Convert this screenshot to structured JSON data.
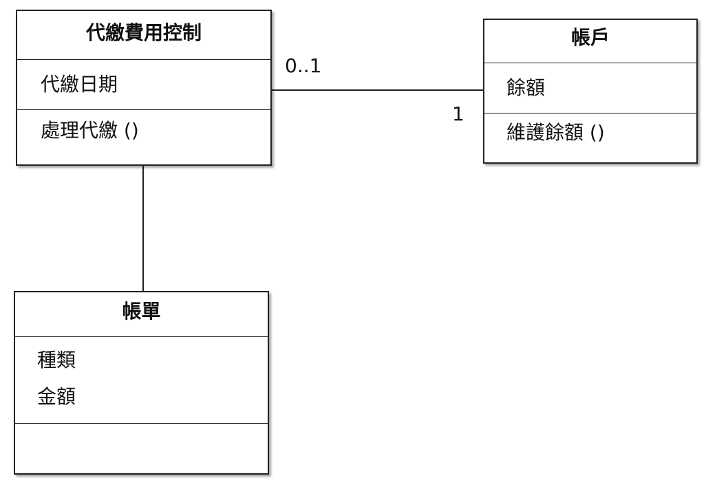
{
  "classes": {
    "payment_control": {
      "name": "代繳費用控制",
      "attributes": [
        "代繳日期"
      ],
      "operations": [
        "處理代繳 ()"
      ]
    },
    "account": {
      "name": "帳戶",
      "attributes": [
        "餘額"
      ],
      "operations": [
        "維護餘額 ()"
      ]
    },
    "bill": {
      "name": "帳單",
      "attributes": [
        "種類",
        "金額"
      ],
      "operations": []
    }
  },
  "associations": [
    {
      "from": "payment_control",
      "to": "account",
      "from_multiplicity": "0..1",
      "to_multiplicity": "1"
    },
    {
      "from": "payment_control",
      "to": "bill",
      "from_multiplicity": "",
      "to_multiplicity": ""
    }
  ]
}
